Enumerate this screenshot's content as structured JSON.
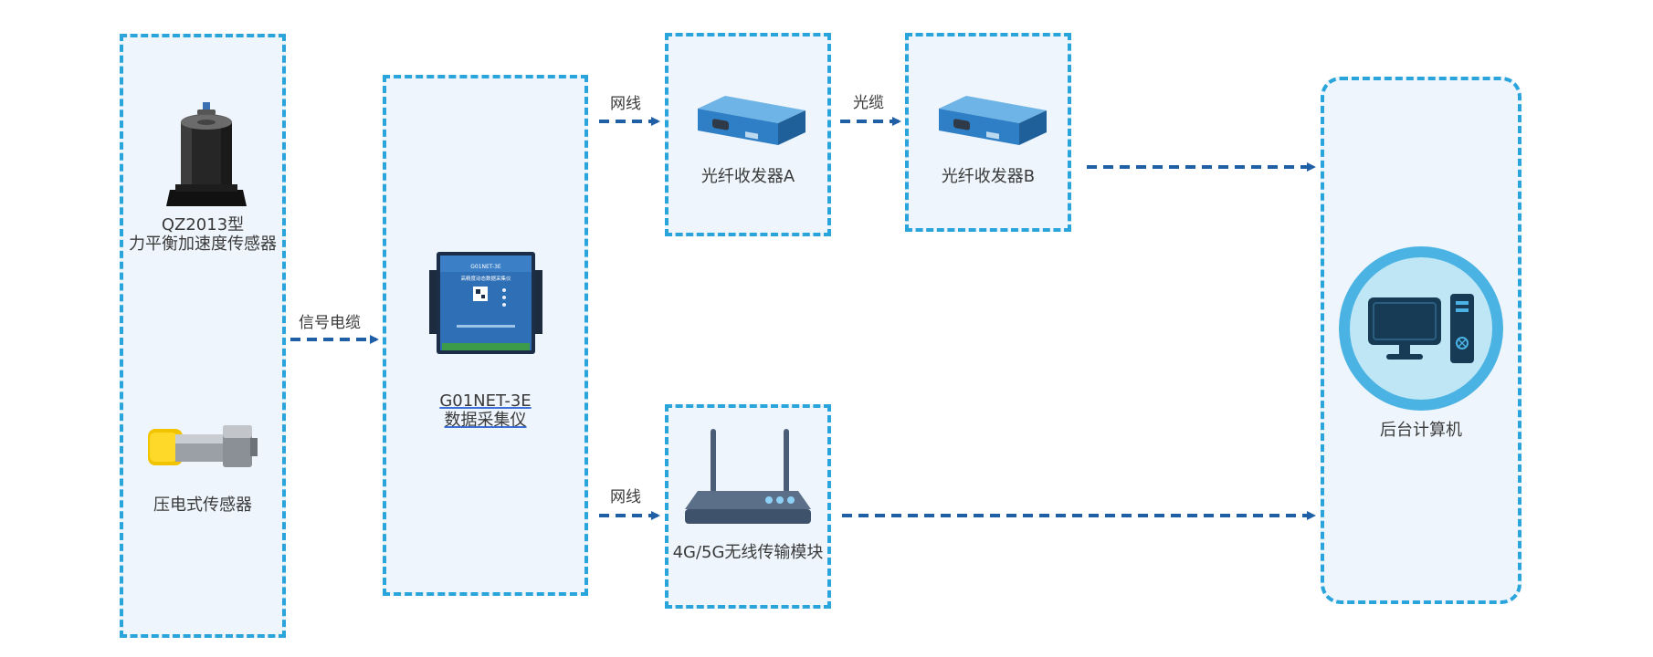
{
  "sensors": {
    "sensor1_model": "QZ2013型",
    "sensor1_name": "力平衡加速度传感器",
    "sensor2_name": "压电式传感器"
  },
  "collector": {
    "model": "G01NET-3E",
    "name": "数据采集仪",
    "device_text_top": "G01NET-3E",
    "device_text_title": "高精度动态数据采集仪"
  },
  "transceivers": {
    "a_label": "光纤收发器A",
    "b_label": "光纤收发器B"
  },
  "wireless": {
    "label": "4G/5G无线传输模块"
  },
  "backend": {
    "label": "后台计算机"
  },
  "links": {
    "signal_cable": "信号电缆",
    "network_top": "网线",
    "fiber_cable": "光缆",
    "network_bottom": "网线"
  },
  "colors": {
    "box_border": "#2aa5dc",
    "box_fill": "#eef5fc",
    "arrow": "#1f5fa6",
    "device_blue": "#2f6fb6",
    "router_body": "#4a5d76",
    "computer_ring": "#4ab3e3",
    "computer_disc": "#bfe6f5",
    "computer_dark": "#173b55"
  }
}
